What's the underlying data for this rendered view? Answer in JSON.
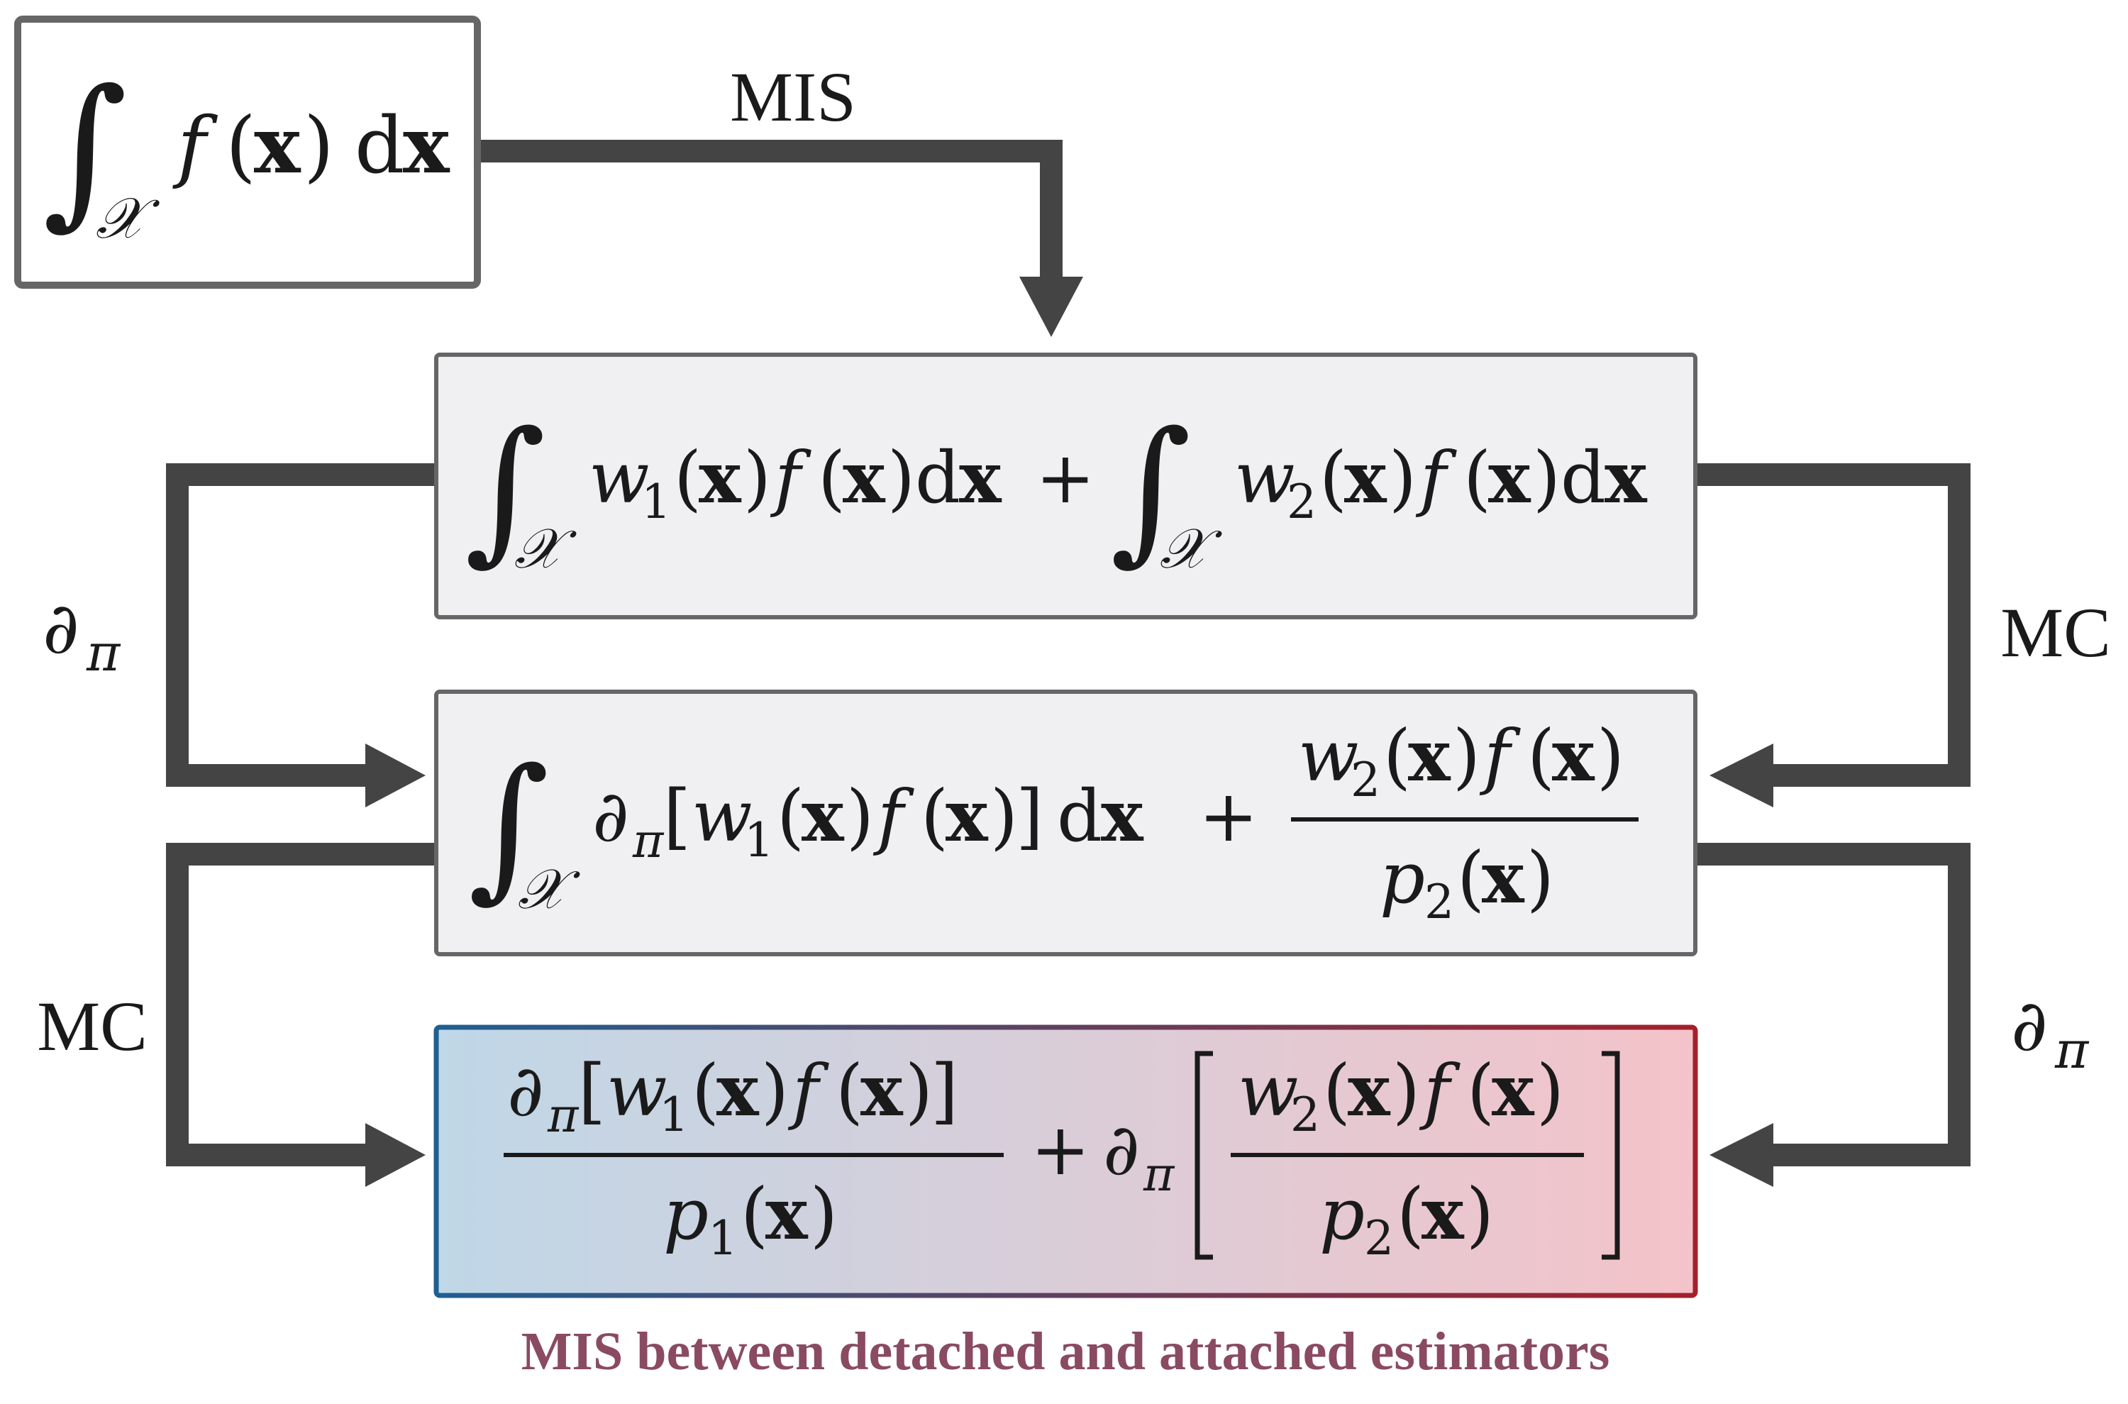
{
  "labels": {
    "top_arrow": "MIS",
    "left_upper": "∂",
    "left_upper_sub": "π",
    "right_upper": "MC",
    "left_lower": "MC",
    "right_lower": "∂",
    "right_lower_sub": "π",
    "caption": "MIS between detached and attached estimators"
  },
  "box1": {
    "integral": "∫",
    "domain": "𝒳",
    "f": "f",
    "lp": "(",
    "x": "x",
    "rp": ")",
    "d": "d"
  },
  "box2": {
    "integral": "∫",
    "domain": "𝒳",
    "w": "w",
    "sub1": "1",
    "sub2": "2",
    "f": "f",
    "lp": "(",
    "x": "x",
    "rp": ")",
    "d": "d",
    "plus": "+"
  },
  "box3": {
    "integral": "∫",
    "domain": "𝒳",
    "partial": "∂",
    "pi": "π",
    "lb": "[",
    "rb": "]",
    "w": "w",
    "sub1": "1",
    "sub2": "2",
    "f": "f",
    "lp": "(",
    "x": "x",
    "rp": ")",
    "d": "d",
    "plus": "+",
    "p": "p"
  },
  "box4": {
    "partial": "∂",
    "pi": "π",
    "lb": "[",
    "rb": "]",
    "w": "w",
    "sub1": "1",
    "sub2": "2",
    "f": "f",
    "lp": "(",
    "x": "x",
    "rp": ")",
    "plus": "+",
    "p": "p"
  },
  "colors": {
    "arrow": "#444444",
    "box_border": "#666666",
    "box_fill": "#f0f0f2",
    "gradient_left": "#bfd7e7",
    "gradient_right": "#f4c3c9",
    "border_left": "#1f5f91",
    "border_right": "#a3202b",
    "caption": "#8a4a62"
  }
}
